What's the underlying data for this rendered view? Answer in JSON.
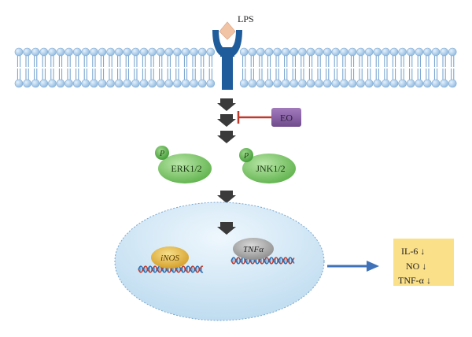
{
  "ligand": {
    "label": "LPS"
  },
  "inhibitor": {
    "label": "EO",
    "color": "#8b5fa6",
    "bar_color": "#c0392b"
  },
  "kinases": [
    {
      "label": "ERK1/2",
      "phospho": "P"
    },
    {
      "label": "JNK1/2",
      "phospho": "P"
    }
  ],
  "genes": [
    {
      "label": "iNOS"
    },
    {
      "label": "TNFα"
    }
  ],
  "outputs": {
    "lines": [
      "IL-6 ↓",
      "NO ↓",
      "TNF-α ↓"
    ],
    "bg": "#fbe08a"
  },
  "colors": {
    "membrane_head": "#a9cbea",
    "receptor": "#1f5c9c",
    "ligand": "#f2c4a6",
    "kinase": "#7cc56a",
    "nucleus": "#d8ebf7",
    "arrow": "#3a3a3a",
    "output_arrow": "#3f72b8"
  }
}
